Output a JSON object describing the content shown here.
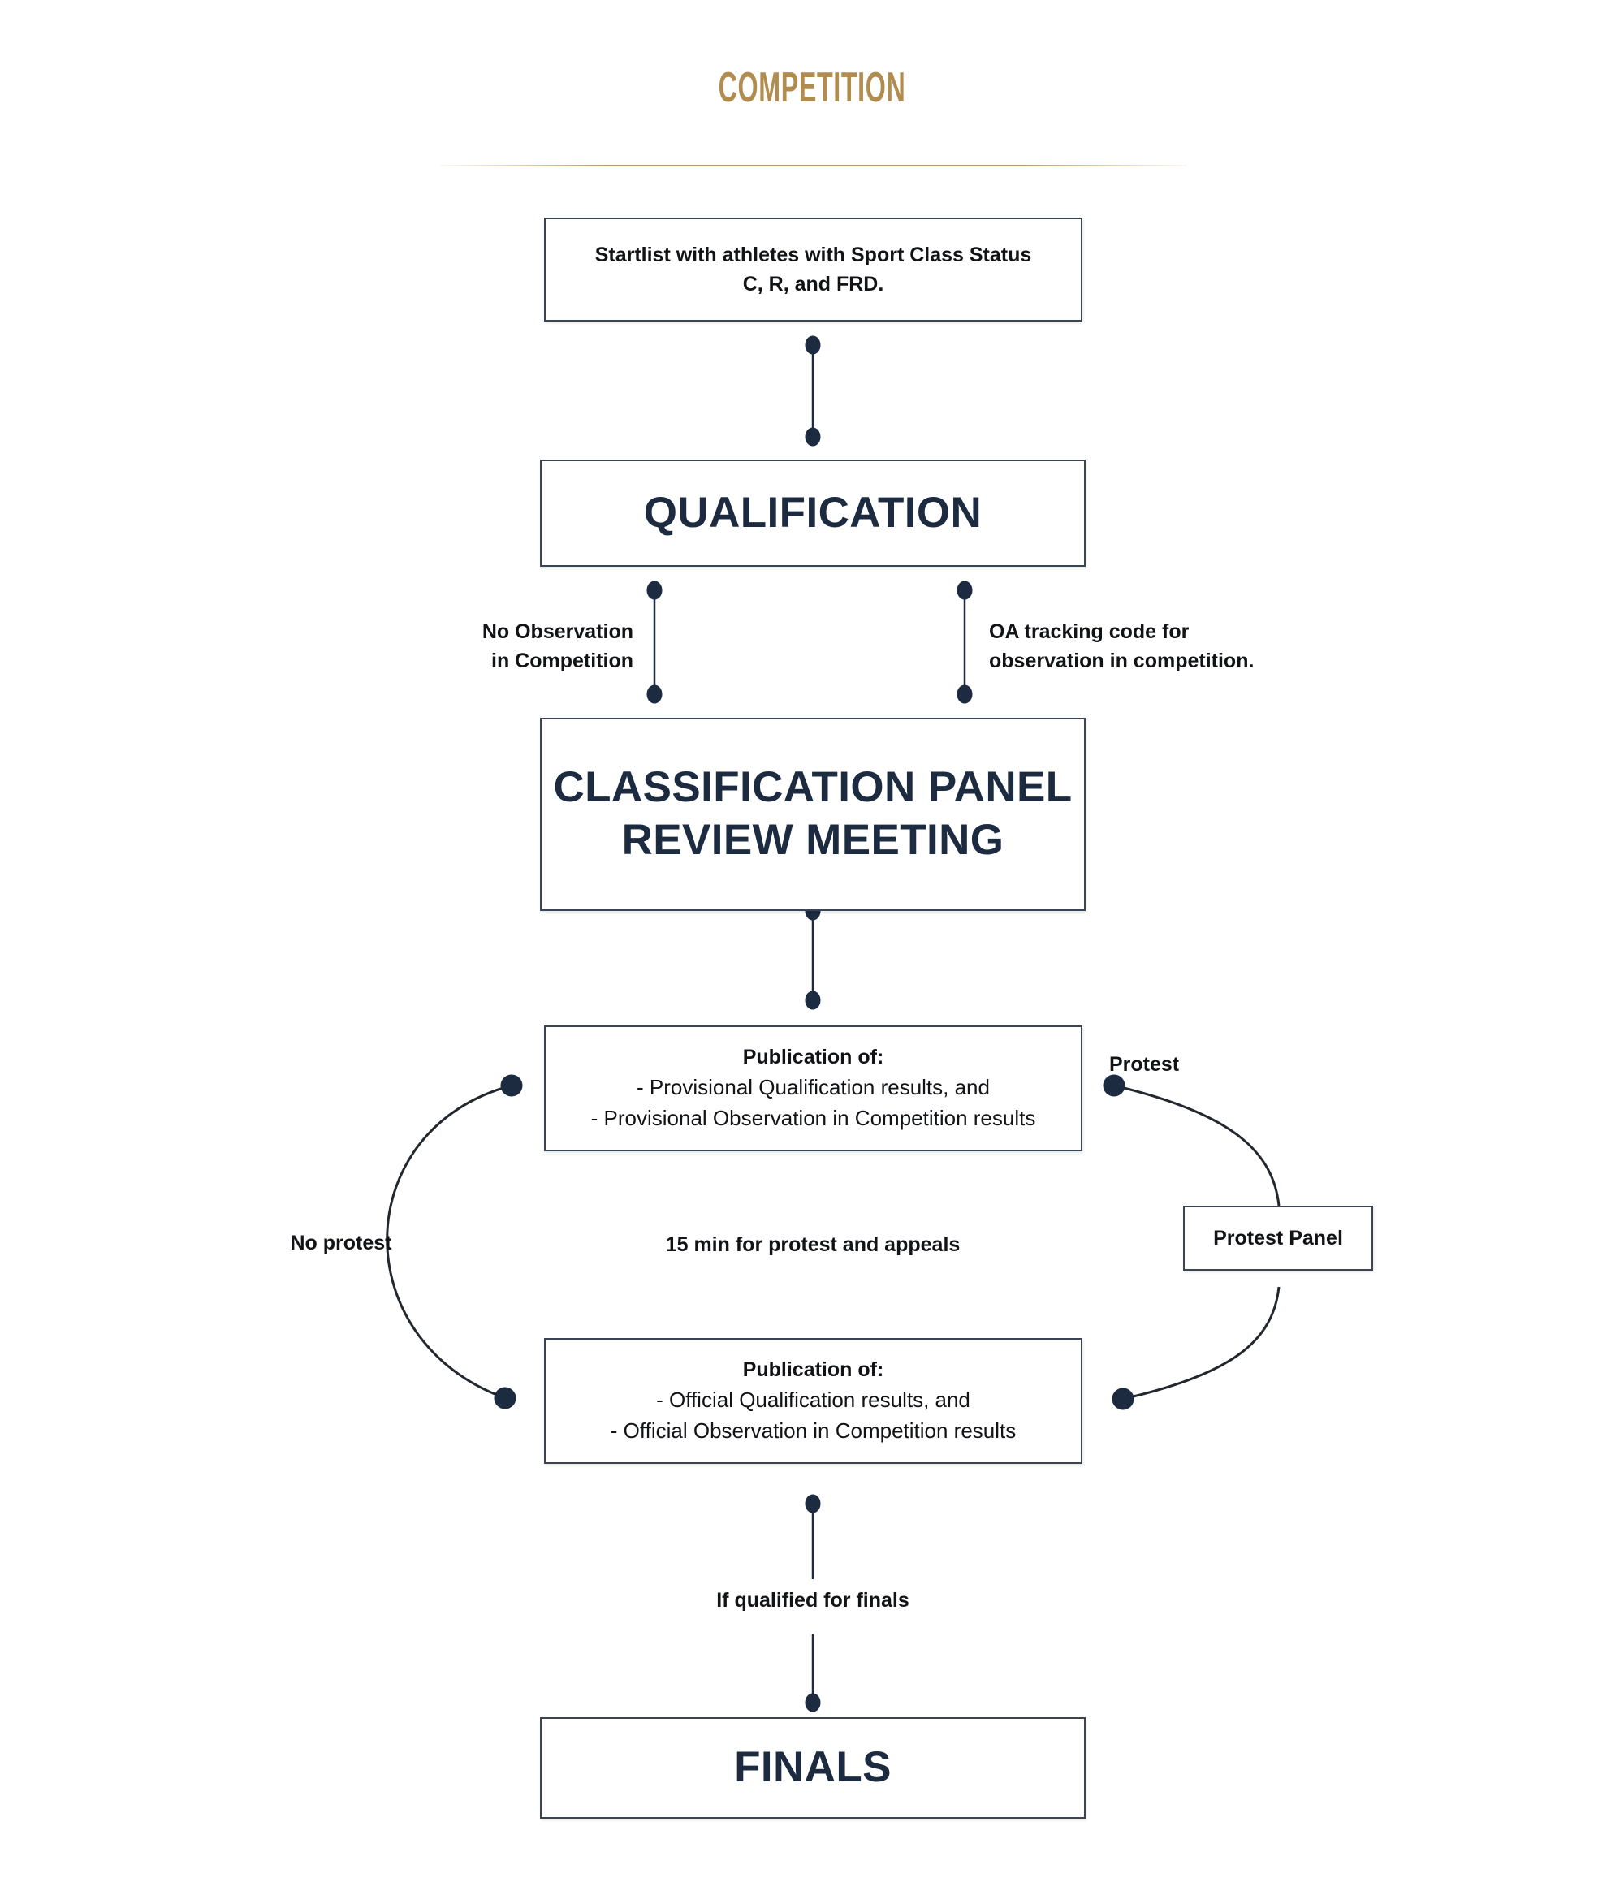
{
  "header": {
    "title": "COMPETITION",
    "title_color": "#b08d4f",
    "rule_color": "#b89850"
  },
  "theme": {
    "box_border": "#3b4452",
    "connector_color": "#1d2b40",
    "headline_text": "#1d2b40",
    "body_text": "#111317",
    "background": "#ffffff"
  },
  "flow": {
    "nodes": {
      "startlist": {
        "line1": "Startlist with athletes with Sport Class Status",
        "line2": "C, R, and FRD."
      },
      "qualification": {
        "label": "QUALIFICATION"
      },
      "review_meeting": {
        "line1": "CLASSIFICATION PANEL",
        "line2": "REVIEW MEETING"
      },
      "provisional_publication": {
        "line1": "Publication of:",
        "line2": "- Provisional Qualification results, and",
        "line3": "- Provisional Observation in Competition results"
      },
      "protest_panel": {
        "label": "Protest Panel"
      },
      "official_publication": {
        "line1": "Publication of:",
        "line2": "- Official Qualification results, and",
        "line3": "- Official Observation in Competition results"
      },
      "finals": {
        "label": "FINALS"
      }
    },
    "edge_labels": {
      "no_observation": "No Observation\nin Competition",
      "oa_tracking": "OA tracking code for\nobservation in competition.",
      "no_protest": "No protest",
      "protest": "Protest",
      "protest_window": "15 min for protest and appeals",
      "if_qualified": "If qualified for finals"
    }
  }
}
